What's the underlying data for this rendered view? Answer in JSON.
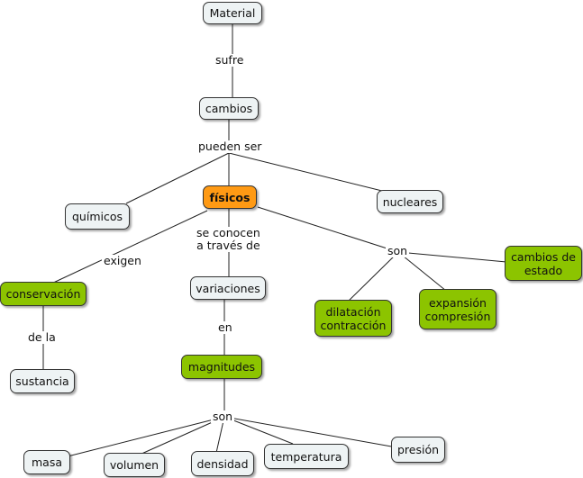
{
  "concepts": {
    "material": "Material",
    "cambios": "cambios",
    "fisicos": "físicos",
    "quimicos": "químicos",
    "nucleares": "nucleares",
    "conservacion": "conservación",
    "sustancia": "sustancia",
    "variaciones": "variaciones",
    "magnitudes": "magnitudes",
    "dilatacion": "dilatación\ncontracción",
    "expansion": "expansión\ncompresión",
    "cambios_estado": "cambios de\nestado",
    "masa": "masa",
    "volumen": "volumen",
    "densidad": "densidad",
    "temperatura": "temperatura",
    "presion": "presión"
  },
  "links": {
    "sufre": "sufre",
    "pueden_ser": "pueden ser",
    "exigen": "exigen",
    "se_conocen": "se conocen\na través de",
    "son_fisicos": "son",
    "de_la": "de la",
    "en": "en",
    "son_magnitudes": "son"
  },
  "colors": {
    "light_node": "#eef3f4",
    "green_node": "#8cc400",
    "orange_node": "#ff9a14"
  }
}
